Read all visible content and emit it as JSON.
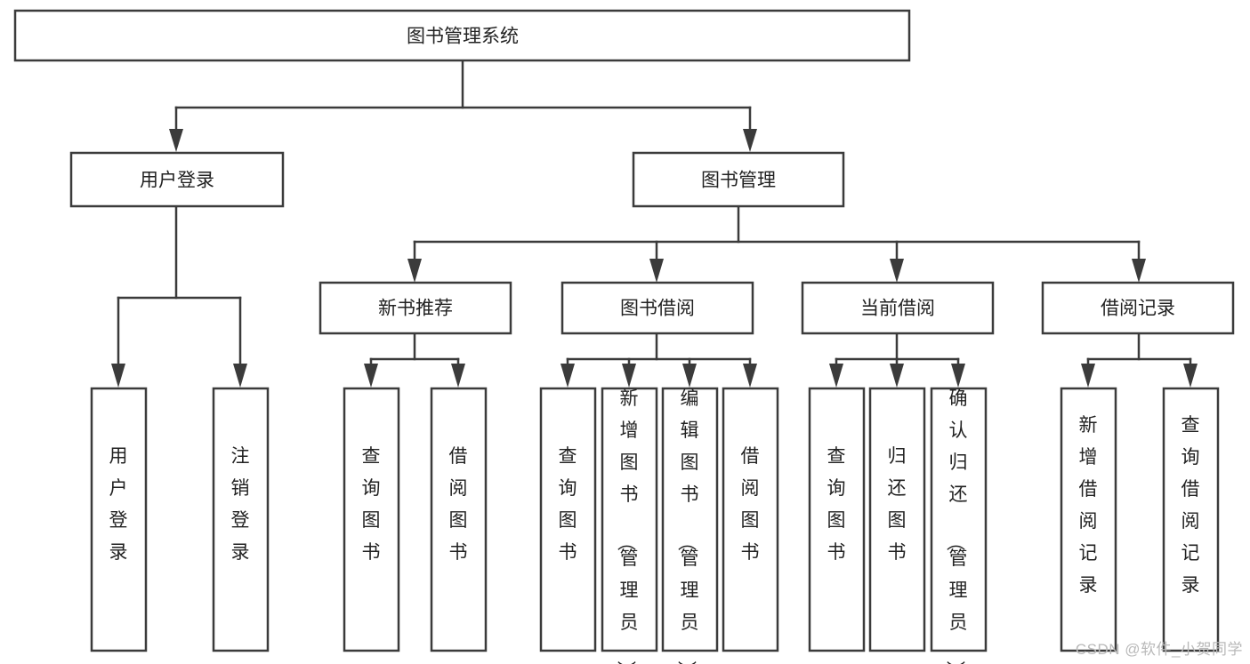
{
  "diagram": {
    "type": "tree-hierarchy-diagram",
    "title": "图书管理系统",
    "watermark": "CSDN @软件_小贺同学",
    "colors": {
      "stroke": "#3b3b3b",
      "fill": "#ffffff",
      "text": "#222222",
      "background": "#ffffff",
      "watermark": "#b9b9b9"
    },
    "levels": [
      {
        "level": 0,
        "nodes": [
          {
            "id": "root",
            "label": "图书管理系统",
            "orientation": "horizontal"
          }
        ]
      },
      {
        "level": 1,
        "nodes": [
          {
            "id": "user-login",
            "label": "用户登录",
            "orientation": "horizontal",
            "parent": "root"
          },
          {
            "id": "book-manage",
            "label": "图书管理",
            "orientation": "horizontal",
            "parent": "root"
          }
        ]
      },
      {
        "level": 2,
        "nodes": [
          {
            "id": "new-book-rec",
            "label": "新书推荐",
            "orientation": "horizontal",
            "parent": "book-manage"
          },
          {
            "id": "book-borrow",
            "label": "图书借阅",
            "orientation": "horizontal",
            "parent": "book-manage"
          },
          {
            "id": "current-borrow",
            "label": "当前借阅",
            "orientation": "horizontal",
            "parent": "book-manage"
          },
          {
            "id": "borrow-record",
            "label": "借阅记录",
            "orientation": "horizontal",
            "parent": "book-manage"
          }
        ]
      },
      {
        "level": 3,
        "nodes": [
          {
            "id": "leaf-user-login",
            "label": "用户登录",
            "orientation": "vertical",
            "parent": "user-login"
          },
          {
            "id": "leaf-logout",
            "label": "注销登录",
            "orientation": "vertical",
            "parent": "user-login"
          },
          {
            "id": "leaf-query-book-1",
            "label": "查询图书",
            "orientation": "vertical",
            "parent": "new-book-rec"
          },
          {
            "id": "leaf-borrow-book-1",
            "label": "借阅图书",
            "orientation": "vertical",
            "parent": "new-book-rec"
          },
          {
            "id": "leaf-query-book-2",
            "label": "查询图书",
            "orientation": "vertical",
            "parent": "book-borrow"
          },
          {
            "id": "leaf-add-book",
            "label": "新增图书（管理员）",
            "orientation": "vertical",
            "parent": "book-borrow"
          },
          {
            "id": "leaf-edit-book",
            "label": "编辑图书（管理员）",
            "orientation": "vertical",
            "parent": "book-borrow"
          },
          {
            "id": "leaf-borrow-book-2",
            "label": "借阅图书",
            "orientation": "vertical",
            "parent": "book-borrow"
          },
          {
            "id": "leaf-query-book-3",
            "label": "查询图书",
            "orientation": "vertical",
            "parent": "current-borrow"
          },
          {
            "id": "leaf-return-book",
            "label": "归还图书",
            "orientation": "vertical",
            "parent": "current-borrow"
          },
          {
            "id": "leaf-confirm-return",
            "label": "确认归还（管理员）",
            "orientation": "vertical",
            "parent": "current-borrow"
          },
          {
            "id": "leaf-add-record",
            "label": "新增借阅记录",
            "orientation": "vertical",
            "parent": "borrow-record"
          },
          {
            "id": "leaf-query-record",
            "label": "查询借阅记录",
            "orientation": "vertical",
            "parent": "borrow-record"
          }
        ]
      }
    ]
  }
}
